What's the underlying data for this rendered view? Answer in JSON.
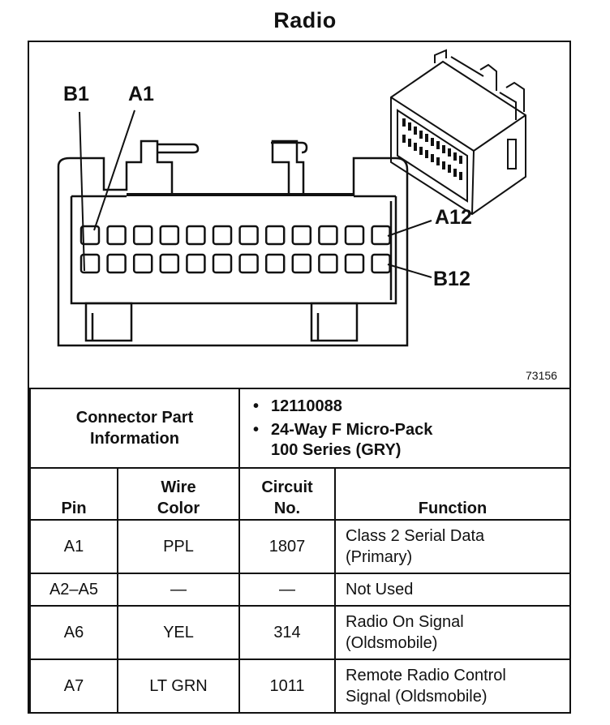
{
  "title": "Radio",
  "diagram": {
    "labels": {
      "b1": "B1",
      "a1": "A1",
      "a12": "A12",
      "b12": "B12"
    },
    "figure_number": "73156"
  },
  "connector_info": {
    "label_line1": "Connector Part",
    "label_line2": "Information",
    "items": [
      "12110088",
      "24-Way F Micro-Pack",
      "100 Series (GRY)"
    ]
  },
  "table": {
    "headers": {
      "pin": "Pin",
      "wire_line1": "Wire",
      "wire_line2": "Color",
      "circuit_line1": "Circuit",
      "circuit_line2": "No.",
      "function": "Function"
    },
    "rows": [
      {
        "pin": "A1",
        "wire": "PPL",
        "circuit": "1807",
        "func1": "Class 2 Serial Data",
        "func2": "(Primary)"
      },
      {
        "pin": "A2–A5",
        "wire": "—",
        "circuit": "—",
        "func1": "Not Used",
        "func2": ""
      },
      {
        "pin": "A6",
        "wire": "YEL",
        "circuit": "314",
        "func1": "Radio On Signal",
        "func2": "(Oldsmobile)"
      },
      {
        "pin": "A7",
        "wire": "LT GRN",
        "circuit": "1011",
        "func1": "Remote Radio Control",
        "func2": "Signal (Oldsmobile)"
      }
    ]
  }
}
